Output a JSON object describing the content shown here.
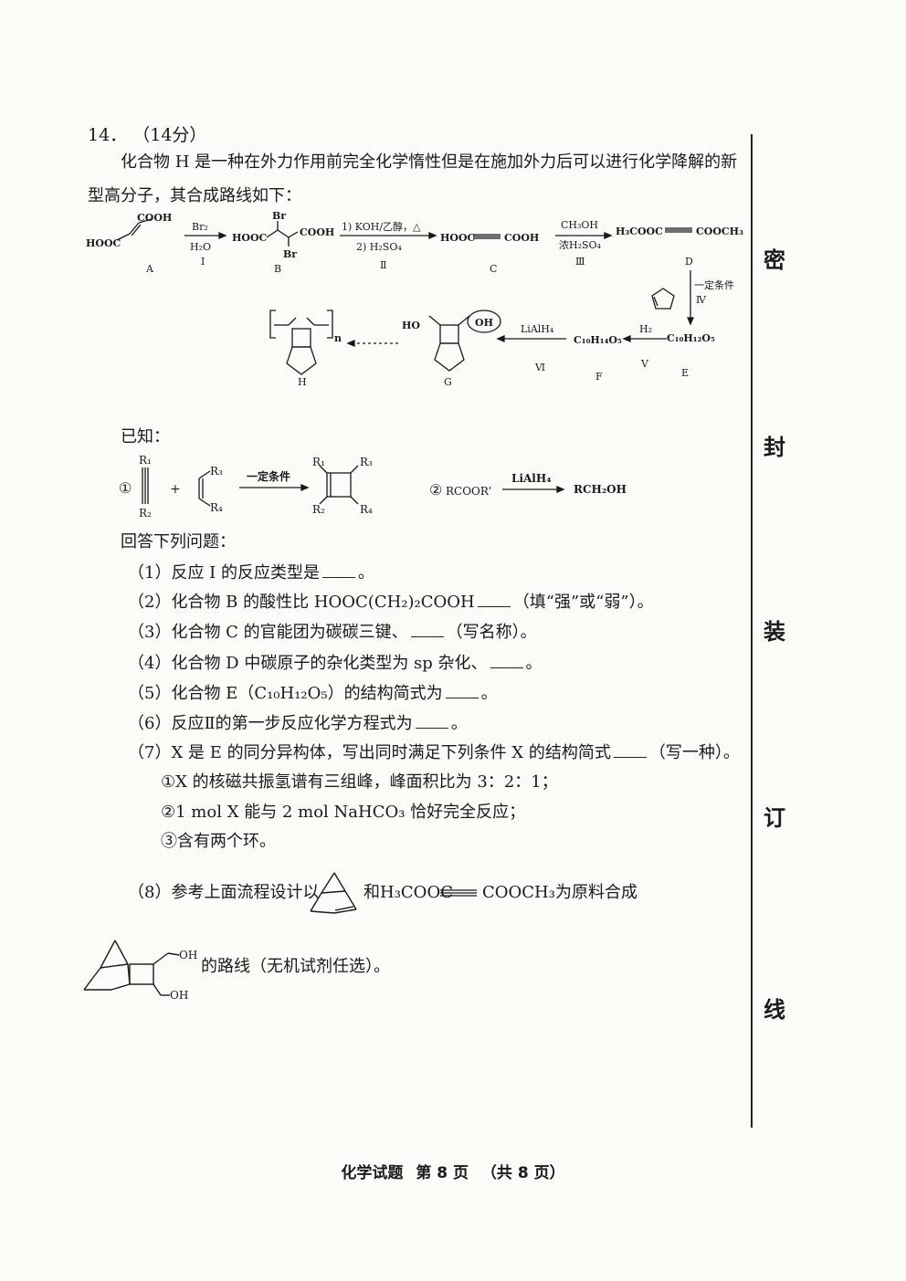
{
  "question": {
    "number": "14．",
    "score": "（14分）",
    "intro_line1": "化合物 H 是一种在外力作用前完全化学惰性但是在施加外力后可以进行化学降解的新",
    "intro_line2": "型高分子，其合成路线如下："
  },
  "scheme": {
    "compounds": {
      "A": "HOOC",
      "A_top": "COOH",
      "B_left": "HOOC",
      "B_right": "COOH",
      "B_br1": "Br",
      "B_br2": "Br",
      "C": "HOOC—≡—COOH",
      "C_left": "HOOC",
      "C_right": "COOH",
      "D_left": "H₃COOC",
      "D_right": "COOCH₃",
      "E_formula": "C₁₀H₁₂O₅",
      "F_formula": "C₁₀H₁₄O₅",
      "G_oh1": "HO",
      "G_oh2": "OH",
      "H_sub": "n"
    },
    "labels": [
      "A",
      "B",
      "C",
      "D",
      "E",
      "F",
      "G",
      "H"
    ],
    "step_labels": [
      "Ⅰ",
      "Ⅱ",
      "Ⅲ",
      "Ⅳ",
      "Ⅴ",
      "Ⅵ"
    ],
    "reagents": {
      "step1_top": "Br₂",
      "step1_bottom": "H₂O",
      "step2_top": "1) KOH/乙醇，△",
      "step2_bottom": "2) H₂SO₄",
      "step3_top": "CH₃OH",
      "step3_bottom": "浓H₂SO₄",
      "step4": "一定条件",
      "step5": "H₂",
      "step6": "LiAlH₄"
    }
  },
  "known": {
    "title": "已知：",
    "item1_mark": "①",
    "r_labels": [
      "R₁",
      "R₂",
      "R₃",
      "R₄"
    ],
    "condition": "一定条件",
    "plus": "+",
    "item2_mark": "②",
    "reactant": "RCOOR'",
    "reagent": "LiAlH₄",
    "product": "RCH₂OH"
  },
  "questions": {
    "title": "回答下列问题：",
    "q1": "（1）反应 I 的反应类型是",
    "q1_end": "。",
    "q2": "（2）化合物 B 的酸性比 HOOC(CH₂)₂COOH",
    "q2_end": "（填“强”或“弱”）。",
    "q3": "（3）化合物 C 的官能团为碳碳三键、",
    "q3_end": "（写名称）。",
    "q4": "（4）化合物 D 中碳原子的杂化类型为 sp 杂化、",
    "q4_end": "。",
    "q5": "（5）化合物 E（C₁₀H₁₂O₅）的结构简式为",
    "q5_end": "。",
    "q6": "（6）反应Ⅱ的第一步反应化学方程式为",
    "q6_end": "。",
    "q7": "（7）X 是 E 的同分异构体，写出同时满足下列条件 X 的结构简式",
    "q7_end": "（写一种）。",
    "q7_c1": "①X 的核磁共振氢谱有三组峰，峰面积比为 3：2：1；",
    "q7_c2": "②1 mol X 能与 2 mol NaHCO₃ 恰好完全反应；",
    "q7_c3": "③含有两个环。",
    "q8_a": "（8）参考上面流程设计以",
    "q8_b": "和H₃COOC",
    "q8_c": "COOCH₃为原料合成",
    "q8_oh1": "OH",
    "q8_oh2": "OH",
    "q8_d": "的路线（无机试剂任选）。"
  },
  "seal": [
    "密",
    "封",
    "装",
    "订",
    "线"
  ],
  "footer": {
    "subject": "化学试题",
    "page": "第 8 页",
    "total": "（共 8 页）"
  }
}
